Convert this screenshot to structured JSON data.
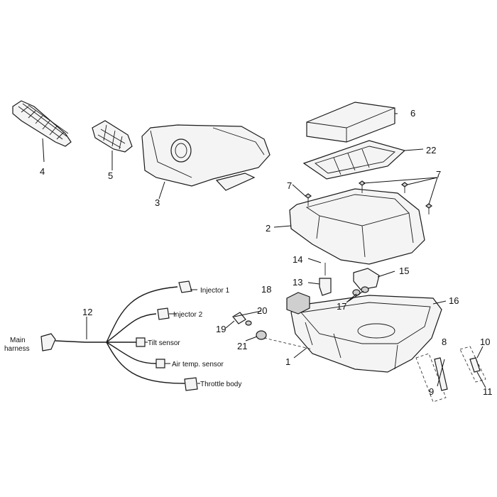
{
  "callouts": {
    "p1": "1",
    "p2": "2",
    "p3": "3",
    "p4": "4",
    "p5": "5",
    "p6": "6",
    "p7a": "7",
    "p7b": "7",
    "p8": "8",
    "p9": "9",
    "p10": "10",
    "p11": "11",
    "p12": "12",
    "p13": "13",
    "p14": "14",
    "p15": "15",
    "p16": "16",
    "p17": "17",
    "p18": "18",
    "p19": "19",
    "p20": "20",
    "p21": "21",
    "p22": "22"
  },
  "harness": {
    "main": [
      "Main",
      "harness"
    ],
    "injector1": "Injector 1",
    "injector2": "Injector 2",
    "tilt": "Tilt sensor",
    "airtemp": "Air temp. sensor",
    "throttle": "Throttle body"
  }
}
